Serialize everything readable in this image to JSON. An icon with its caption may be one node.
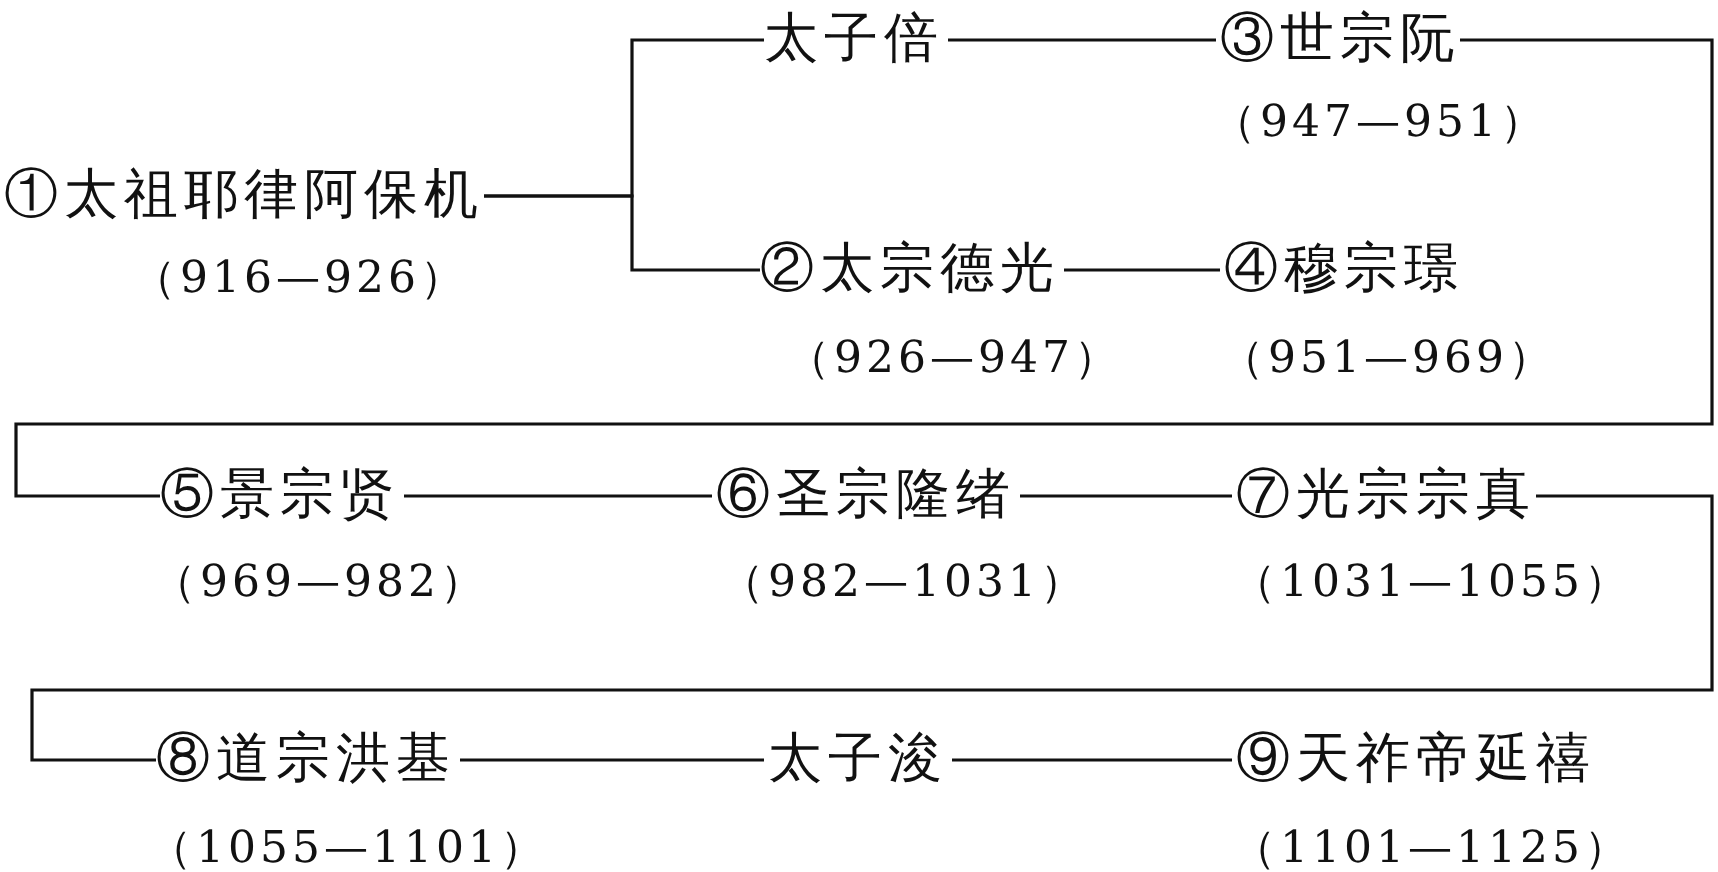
{
  "diagram": {
    "nodes": [
      {
        "text": [
          "①太祖耶律阿保机"
        ],
        "beside": [
          "（916—926）"
        ]
      },
      {
        "text": [
          "太子倍"
        ]
      },
      {
        "text": [
          "②太宗德光"
        ],
        "beside": [
          "（926—947）"
        ]
      },
      {
        "text": [
          "③世宗阮"
        ],
        "beside": [
          "（947—951）"
        ]
      },
      {
        "text": [
          "④穆宗璟"
        ],
        "beside": [
          "（951—969）"
        ]
      },
      {
        "text": [
          "⑤景宗贤"
        ],
        "beside": [
          "（969—982）"
        ]
      },
      {
        "text": [
          "⑥圣宗隆绪"
        ],
        "beside": [
          "（982—1031）"
        ]
      },
      {
        "text": [
          "⑦光宗宗真"
        ],
        "beside": [
          "（1031—1055）"
        ]
      },
      {
        "text": [
          "⑧道宗洪基"
        ],
        "beside": [
          "（1055—1101）"
        ]
      },
      {
        "text": [
          "太子浚"
        ]
      },
      {
        "text": [
          "⑨天祚帝延禧"
        ],
        "beside": [
          "（1101—1125）"
        ]
      }
    ],
    "edges": [
      {
        "from": 0,
        "to": 1,
        "arrow": "none"
      },
      {
        "from": 0,
        "to": 2,
        "arrow": "none"
      },
      {
        "from": 1,
        "to": 3,
        "arrow": "none"
      },
      {
        "from": 2,
        "to": 4,
        "arrow": "none"
      },
      {
        "from": 3,
        "to": 5,
        "arrow": "none"
      },
      {
        "from": 5,
        "to": 6,
        "arrow": "none"
      },
      {
        "from": 6,
        "to": 7,
        "arrow": "none"
      },
      {
        "from": 7,
        "to": 8,
        "arrow": "none"
      },
      {
        "from": 8,
        "to": 9,
        "arrow": "none"
      },
      {
        "from": 9,
        "to": 10,
        "arrow": "none"
      }
    ]
  }
}
